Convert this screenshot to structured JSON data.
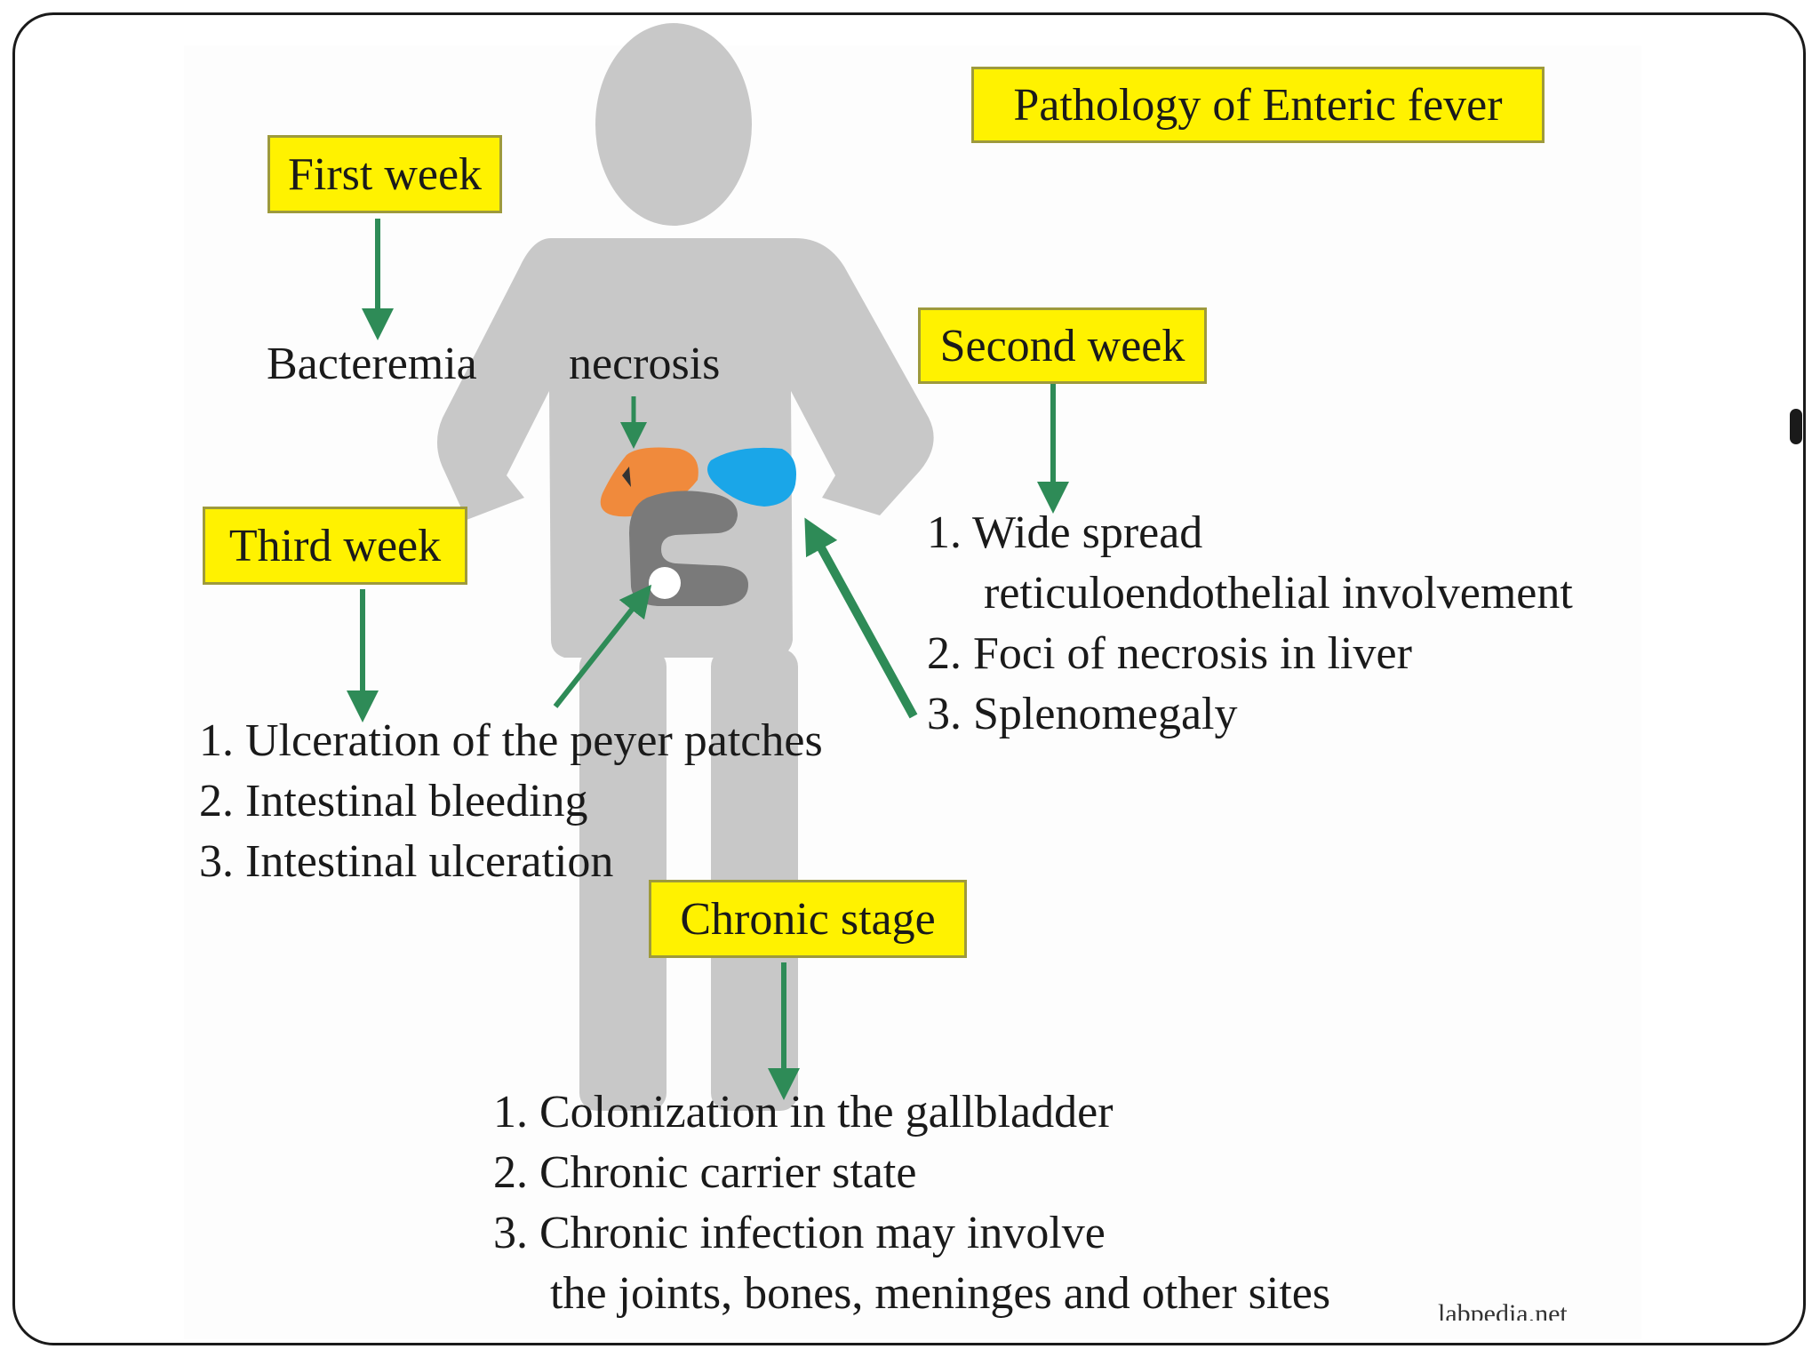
{
  "title": "Pathology of Enteric fever",
  "first_week": {
    "label": "First week",
    "finding": "Bacteremia"
  },
  "organ_label": "necrosis",
  "second_week": {
    "label": "Second week",
    "items": [
      "1. Wide spread",
      "reticuloendothelial involvement",
      "2. Foci of necrosis in liver",
      "3. Splenomegaly"
    ]
  },
  "third_week": {
    "label": "Third week",
    "items": [
      "1. Ulceration of the peyer patches",
      "2. Intestinal bleeding",
      "3. Intestinal ulceration"
    ]
  },
  "chronic_stage": {
    "label": "Chronic stage",
    "items": [
      "1. Colonization in the gallbladder",
      "2. Chronic carrier state",
      "3. Chronic infection may involve",
      "the joints, bones, meninges and other sites"
    ]
  },
  "credit": "labpedia.net",
  "colors": {
    "label_fill": "#fff200",
    "arrow": "#2e8b57",
    "body": "#c8c8c8",
    "liver": "#f08a3c",
    "spleen": "#1aa6e8",
    "intestine": "#7a7a7a"
  }
}
